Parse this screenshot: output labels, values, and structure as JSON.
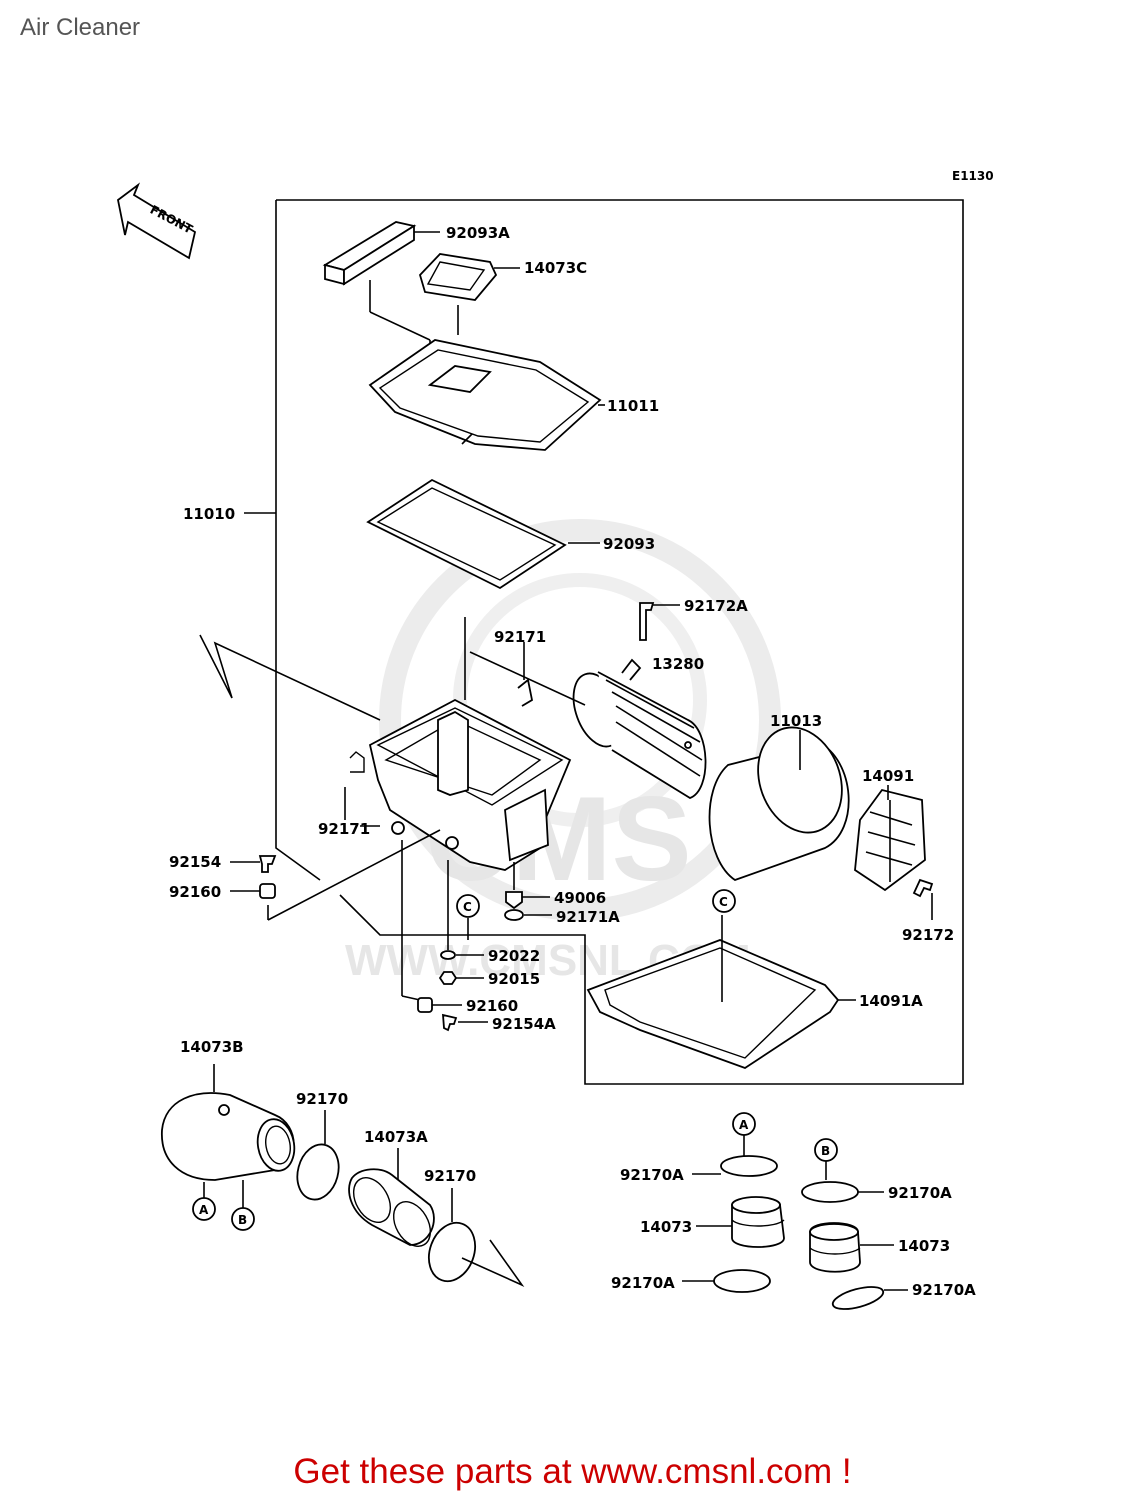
{
  "title": "Air Cleaner",
  "diagram_code": "E1130",
  "front_label": "FRONT",
  "watermark": {
    "logo": "CMS",
    "url": "WWW.CMSNL.COM"
  },
  "callouts": {
    "a": "A",
    "b": "B",
    "c": "C"
  },
  "parts": {
    "p92093A": "92093A",
    "p14073C": "14073C",
    "p11011": "11011",
    "p11010": "11010",
    "p92093": "92093",
    "p92172A": "92172A",
    "p92171_top": "92171",
    "p13280": "13280",
    "p11013": "11013",
    "p14091": "14091",
    "p92171_left": "92171",
    "p92154": "92154",
    "p92160": "92160",
    "p49006": "49006",
    "p92171A": "92171A",
    "p92172": "92172",
    "p92022": "92022",
    "p92015": "92015",
    "p92160_b": "92160",
    "p92154A": "92154A",
    "p14091A": "14091A",
    "p14073B": "14073B",
    "p92170_a": "92170",
    "p14073A": "14073A",
    "p92170_b": "92170",
    "p92170A_1": "92170A",
    "p14073_1": "14073",
    "p92170A_2": "92170A",
    "p92170A_3": "92170A",
    "p14073_2": "14073",
    "p92170A_4": "92170A"
  },
  "footer": "Get these parts at www.cmsnl.com !"
}
